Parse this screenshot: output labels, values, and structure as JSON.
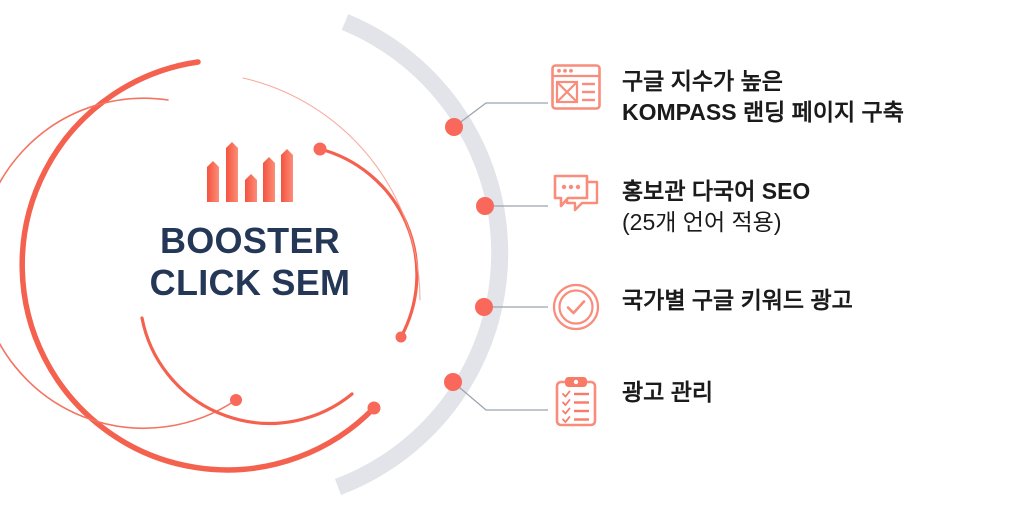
{
  "brand": {
    "line1": "BOOSTER",
    "line2": "CLICK SEM",
    "icon": "bar-chart-icon",
    "text_color": "#243757"
  },
  "colors": {
    "coral": "#F4614E",
    "coral_light": "#FA8A76",
    "coral_pale": "#F99A8A",
    "gray_arc": "#E2E4E9",
    "connector": "#9AA5AE",
    "text_dark": "#1b1b1b"
  },
  "items": [
    {
      "icon": "browser-wireframe-icon",
      "lines": [
        {
          "text": "구글 지수가 높은",
          "bold": true
        },
        {
          "text": "KOMPASS 랜딩 페이지 구축",
          "bold": true
        }
      ]
    },
    {
      "icon": "chat-bubbles-icon",
      "lines": [
        {
          "text": "홍보관 다국어 SEO",
          "bold": true
        },
        {
          "text": "(25개 언어 적용)",
          "bold": false
        }
      ]
    },
    {
      "icon": "check-circle-icon",
      "lines": [
        {
          "text": "국가별 구글 키워드 광고",
          "bold": true
        }
      ]
    },
    {
      "icon": "clipboard-checklist-icon",
      "lines": [
        {
          "text": "광고 관리",
          "bold": true
        }
      ]
    }
  ],
  "chart_data": {
    "type": "bar",
    "title": "",
    "categories": [
      "1",
      "2",
      "3",
      "4",
      "5"
    ],
    "values": [
      42,
      72,
      26,
      50,
      64
    ],
    "xlabel": "",
    "ylabel": "",
    "ylim": [
      0,
      80
    ]
  }
}
